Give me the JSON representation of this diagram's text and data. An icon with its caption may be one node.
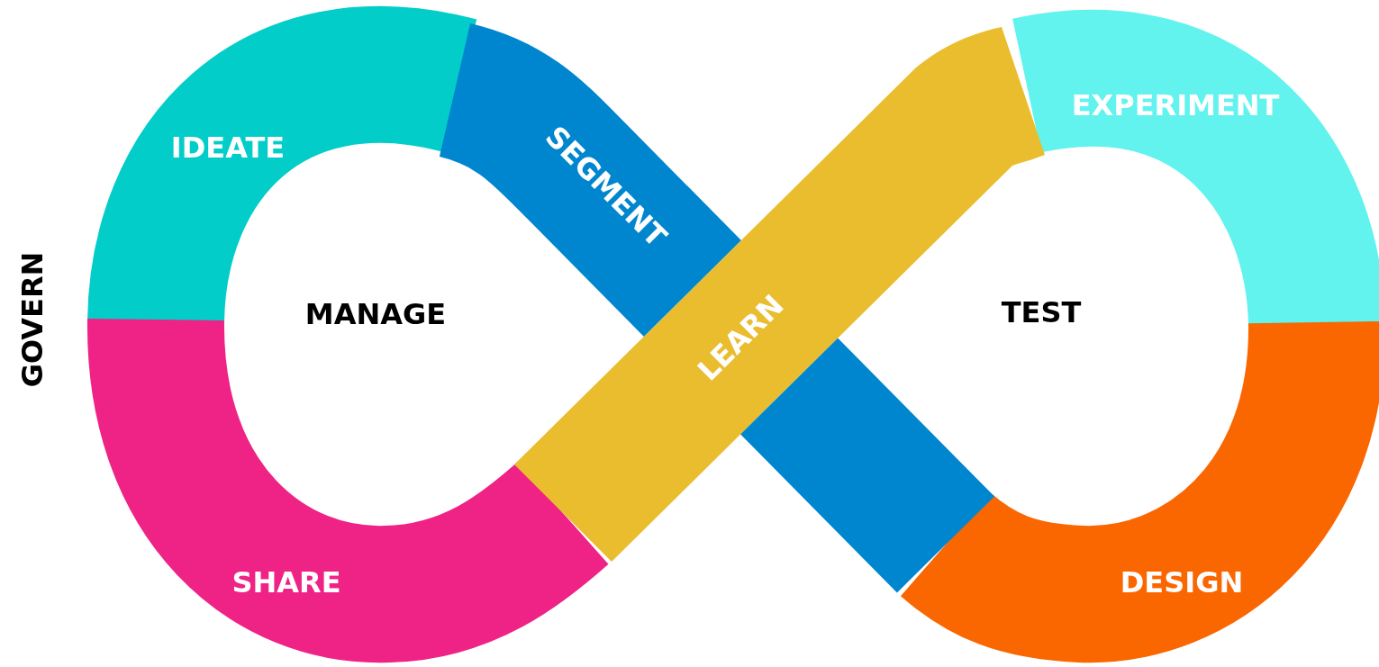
{
  "diagram": {
    "nodes": [
      {
        "text": [
          "IDEATE"
        ]
      },
      {
        "text": [
          "SEGMENT"
        ]
      },
      {
        "text": [
          "LEARN"
        ]
      },
      {
        "text": [
          "EXPERIMENT"
        ]
      },
      {
        "text": [
          "SHARE"
        ]
      },
      {
        "text": [
          "DESIGN"
        ]
      }
    ],
    "labels": [
      "GOVERN",
      "MANAGE",
      "TEST"
    ]
  }
}
